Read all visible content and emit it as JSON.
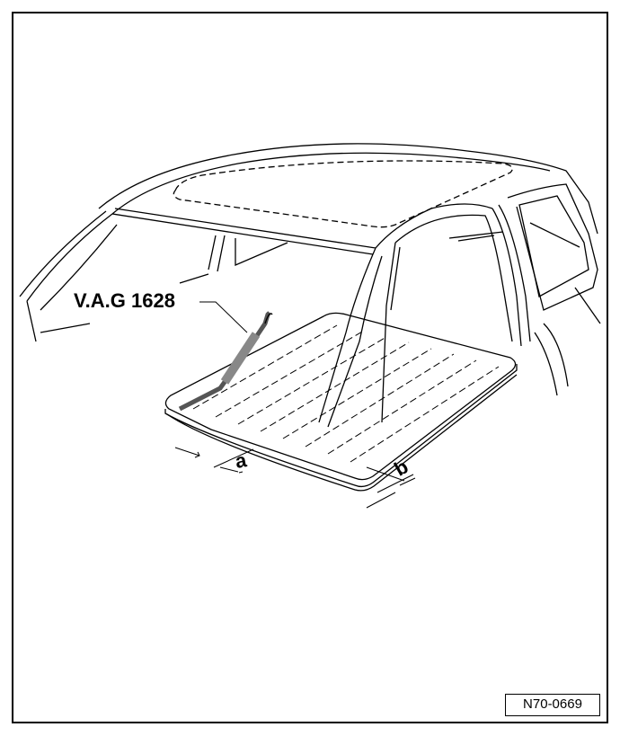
{
  "figure": {
    "tool_label": "V.A.G 1628",
    "dimension_a": "a",
    "dimension_b": "b",
    "figure_id": "N70-0669"
  }
}
